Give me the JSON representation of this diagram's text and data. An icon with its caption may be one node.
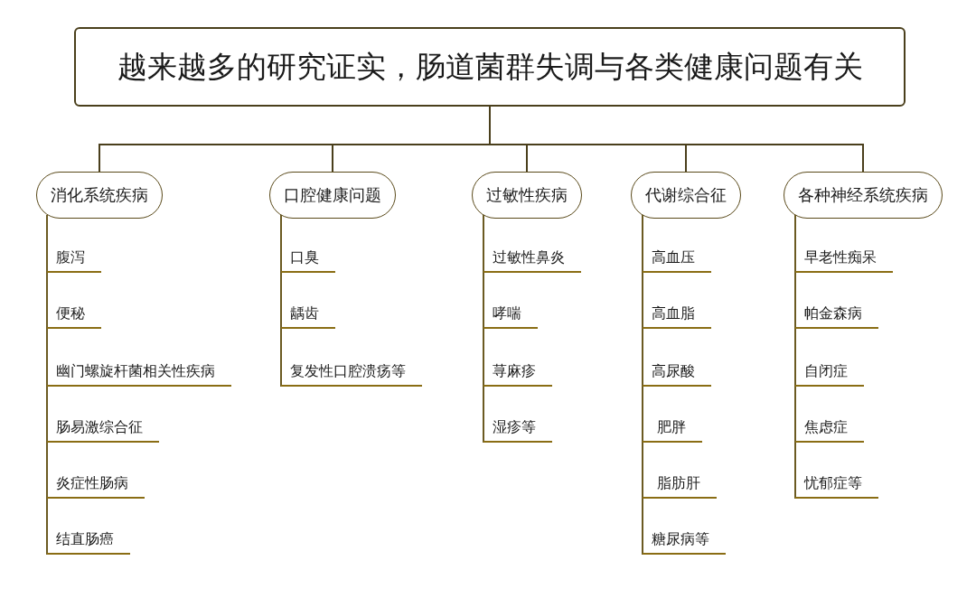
{
  "diagram": {
    "nodes": [
      {
        "text": [
          "越来越多的研究证实，肠道菌群失调与各类健康问题有关"
        ]
      },
      {
        "text": [
          "消化系统疾病"
        ]
      },
      {
        "text": [
          "口腔健康问题"
        ]
      },
      {
        "text": [
          "过敏性疾病"
        ]
      },
      {
        "text": [
          "代谢综合征"
        ]
      },
      {
        "text": [
          "各种神经系统疾病"
        ]
      },
      {
        "text": [
          "腹泻"
        ]
      },
      {
        "text": [
          "便秘"
        ]
      },
      {
        "text": [
          "幽门螺旋杆菌相关性疾病"
        ]
      },
      {
        "text": [
          "肠易激综合征"
        ]
      },
      {
        "text": [
          "炎症性肠病"
        ]
      },
      {
        "text": [
          "结直肠癌"
        ]
      },
      {
        "text": [
          "口臭"
        ]
      },
      {
        "text": [
          "龋齿"
        ]
      },
      {
        "text": [
          "复发性口腔溃疡等"
        ]
      },
      {
        "text": [
          "过敏性鼻炎"
        ]
      },
      {
        "text": [
          "哮喘"
        ]
      },
      {
        "text": [
          "荨麻疹"
        ]
      },
      {
        "text": [
          "湿疹等"
        ]
      },
      {
        "text": [
          "高血压"
        ]
      },
      {
        "text": [
          "高血脂"
        ]
      },
      {
        "text": [
          "高尿酸"
        ]
      },
      {
        "text": [
          "肥胖"
        ]
      },
      {
        "text": [
          "脂肪肝"
        ]
      },
      {
        "text": [
          "糖尿病等"
        ]
      },
      {
        "text": [
          "早老性痴呆"
        ]
      },
      {
        "text": [
          "帕金森病"
        ]
      },
      {
        "text": [
          "自闭症"
        ]
      },
      {
        "text": [
          "焦虑症"
        ]
      },
      {
        "text": [
          "忧郁症等"
        ]
      }
    ],
    "edges": [
      {
        "from": 0,
        "to": 1,
        "arrow": "none"
      },
      {
        "from": 0,
        "to": 2,
        "arrow": "none"
      },
      {
        "from": 0,
        "to": 3,
        "arrow": "none"
      },
      {
        "from": 0,
        "to": 4,
        "arrow": "none"
      },
      {
        "from": 0,
        "to": 5,
        "arrow": "none"
      },
      {
        "from": 1,
        "to": 6,
        "arrow": "none"
      },
      {
        "from": 1,
        "to": 7,
        "arrow": "none"
      },
      {
        "from": 1,
        "to": 8,
        "arrow": "none"
      },
      {
        "from": 1,
        "to": 9,
        "arrow": "none"
      },
      {
        "from": 1,
        "to": 10,
        "arrow": "none"
      },
      {
        "from": 1,
        "to": 11,
        "arrow": "none"
      },
      {
        "from": 2,
        "to": 12,
        "arrow": "none"
      },
      {
        "from": 2,
        "to": 13,
        "arrow": "none"
      },
      {
        "from": 2,
        "to": 14,
        "arrow": "none"
      },
      {
        "from": 3,
        "to": 15,
        "arrow": "none"
      },
      {
        "from": 3,
        "to": 16,
        "arrow": "none"
      },
      {
        "from": 3,
        "to": 17,
        "arrow": "none"
      },
      {
        "from": 3,
        "to": 18,
        "arrow": "none"
      },
      {
        "from": 4,
        "to": 19,
        "arrow": "none"
      },
      {
        "from": 4,
        "to": 20,
        "arrow": "none"
      },
      {
        "from": 4,
        "to": 21,
        "arrow": "none"
      },
      {
        "from": 4,
        "to": 22,
        "arrow": "none"
      },
      {
        "from": 4,
        "to": 23,
        "arrow": "none"
      },
      {
        "from": 4,
        "to": 24,
        "arrow": "none"
      },
      {
        "from": 5,
        "to": 25,
        "arrow": "none"
      },
      {
        "from": 5,
        "to": 26,
        "arrow": "none"
      },
      {
        "from": 5,
        "to": 27,
        "arrow": "none"
      },
      {
        "from": 5,
        "to": 28,
        "arrow": "none"
      },
      {
        "from": 5,
        "to": 29,
        "arrow": "none"
      }
    ]
  }
}
